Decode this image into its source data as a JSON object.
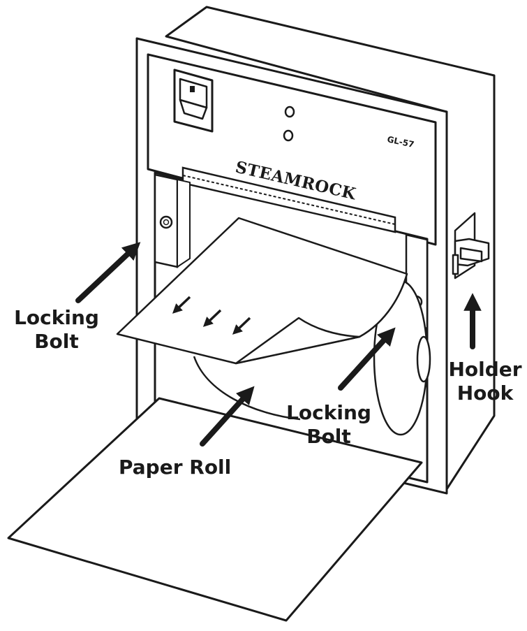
{
  "device": {
    "brand": "STEAMROCK",
    "model": "GL-57"
  },
  "callouts": {
    "locking_bolt_left": {
      "line1": "Locking",
      "line2": "Bolt"
    },
    "locking_bolt_right": {
      "line1": "Locking",
      "line2": "Bolt"
    },
    "paper_roll": "Paper Roll",
    "holder_hook": {
      "line1": "Holder",
      "line2": "Hook"
    }
  },
  "colors": {
    "line": "#1a1a1a",
    "fill": "#ffffff"
  }
}
